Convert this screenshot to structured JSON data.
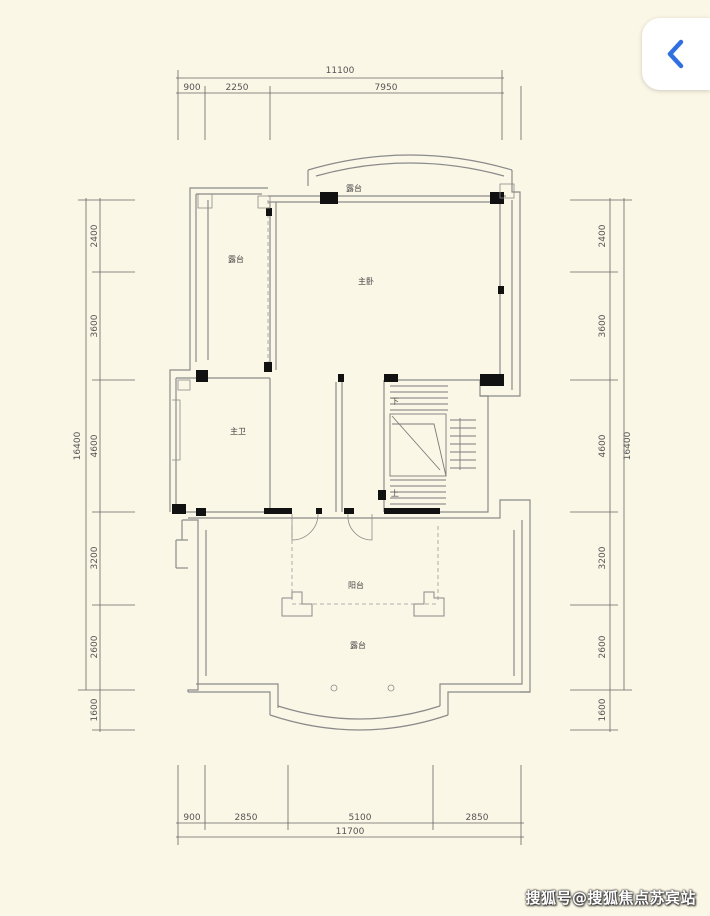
{
  "dimensions": {
    "top_total": "11100",
    "top_parts": [
      "900",
      "2250",
      "7950"
    ],
    "bottom_total": "11700",
    "bottom_parts": [
      "900",
      "2850",
      "5100",
      "2850"
    ],
    "left_parts": [
      "2400",
      "3600",
      "4600",
      "3200",
      "2600",
      "1600"
    ],
    "left_total": "16400",
    "right_parts": [
      "2400",
      "3600",
      "4600",
      "3200",
      "2600",
      "1600"
    ],
    "right_total": "16400"
  },
  "rooms": {
    "top_terrace": "露台",
    "left_terrace": "露台",
    "master_bedroom": "主卧",
    "master_bath": "主卫",
    "balcony": "阳台",
    "front_terrace": "露台"
  },
  "stair": {
    "down": "下",
    "up": "上"
  },
  "ui": {
    "back_icon": "chevron-left-icon",
    "accent": "#2f6fe0"
  },
  "watermark": "搜狐号@搜狐焦点苏宾站"
}
